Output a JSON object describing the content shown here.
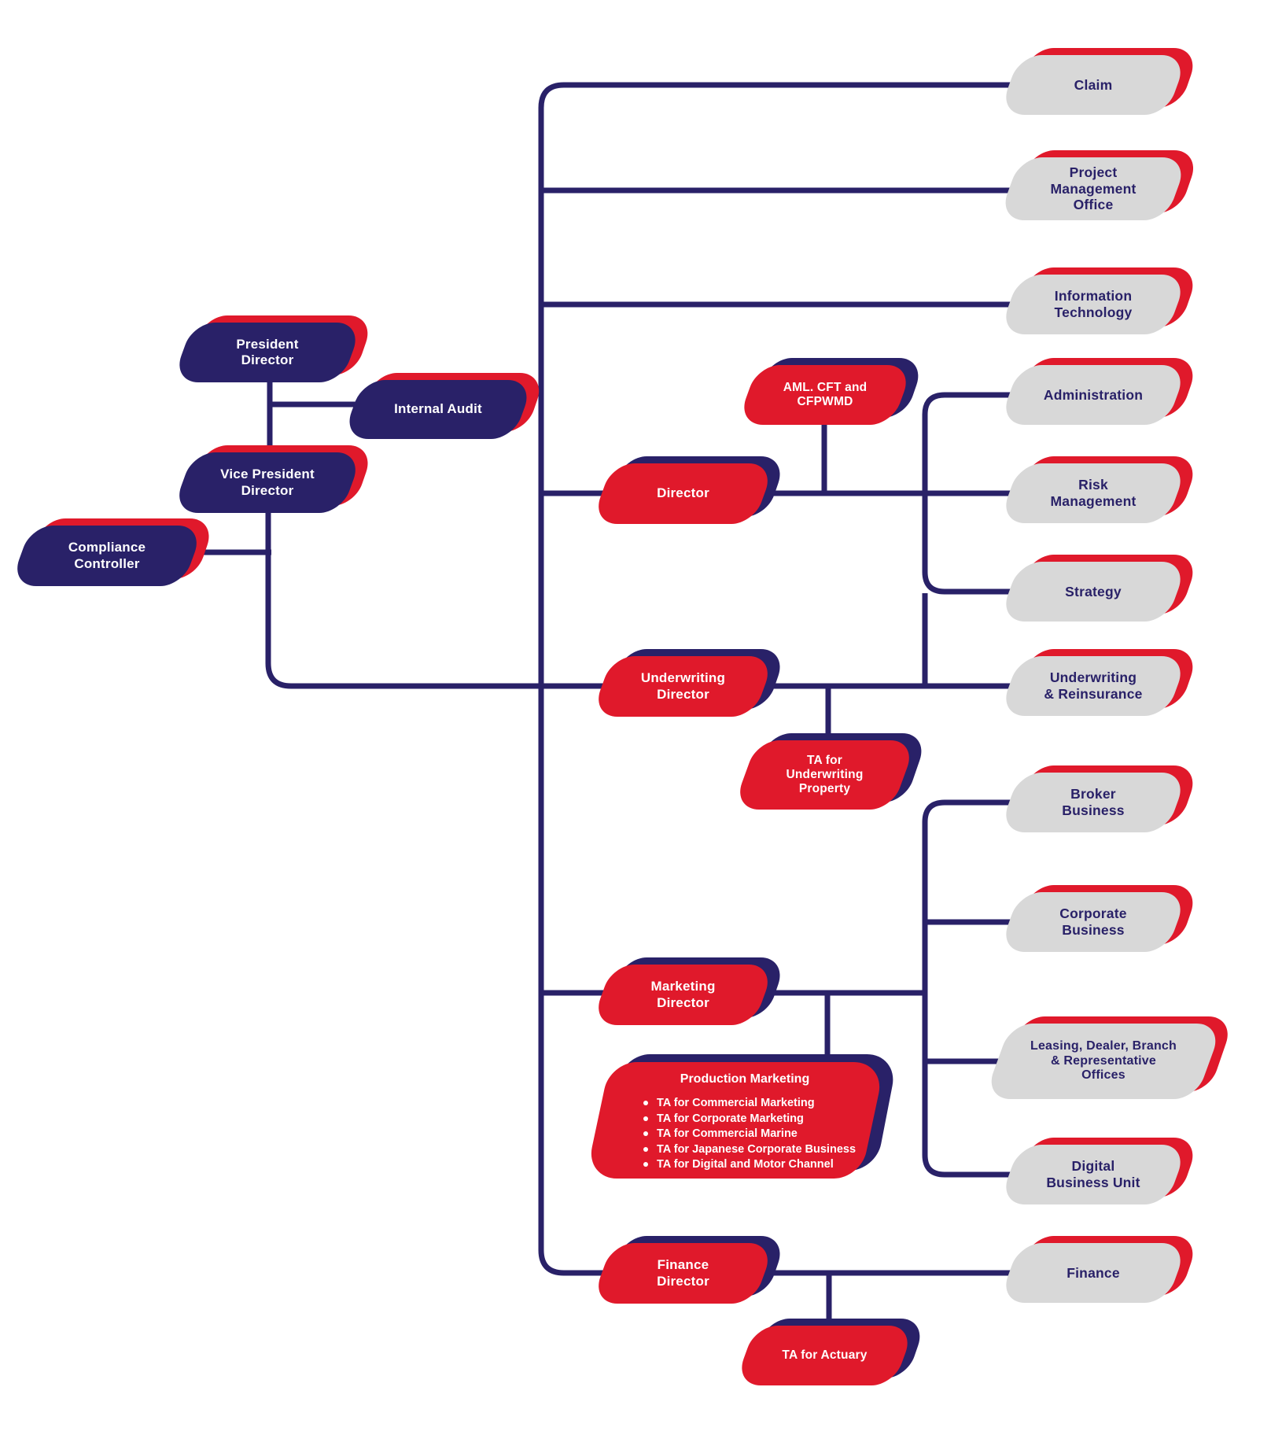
{
  "palette": {
    "navy": "#292168",
    "red": "#e0192b",
    "gray": "#d8d8d8",
    "background": "#ffffff",
    "text_on_dark": "#ffffff"
  },
  "nodes": {
    "president": {
      "label": "President\nDirector"
    },
    "internal_audit": {
      "label": "Internal Audit"
    },
    "vice_president": {
      "label": "Vice President\nDirector"
    },
    "compliance": {
      "label": "Compliance\nController"
    },
    "director": {
      "label": "Director"
    },
    "aml": {
      "label": "AML. CFT and\nCFPWMD"
    },
    "underwriting_director": {
      "label": "Underwriting\nDirector"
    },
    "ta_underwriting": {
      "label": "TA for\nUnderwriting\nProperty"
    },
    "marketing_director": {
      "label": "Marketing\nDirector"
    },
    "finance_director": {
      "label": "Finance\nDirector"
    },
    "ta_actuary": {
      "label": "TA for Actuary"
    },
    "claim": {
      "label": "Claim"
    },
    "pmo": {
      "label": "Project\nManagement\nOffice"
    },
    "it": {
      "label": "Information\nTechnology"
    },
    "administration": {
      "label": "Administration"
    },
    "risk": {
      "label": "Risk\nManagement"
    },
    "strategy": {
      "label": "Strategy"
    },
    "uw_reinsurance": {
      "label": "Underwriting\n& Reinsurance"
    },
    "broker": {
      "label": "Broker\nBusiness"
    },
    "corporate": {
      "label": "Corporate\nBusiness"
    },
    "leasing": {
      "label": "Leasing, Dealer, Branch\n& Representative\nOffices"
    },
    "digital": {
      "label": "Digital\nBusiness Unit"
    },
    "finance": {
      "label": "Finance"
    }
  },
  "production_marketing": {
    "title": "Production Marketing",
    "items": [
      "TA for Commercial Marketing",
      "TA for Corporate Marketing",
      "TA for Commercial Marine",
      "TA for Japanese Corporate Business",
      "TA for Digital and Motor Channel"
    ]
  }
}
